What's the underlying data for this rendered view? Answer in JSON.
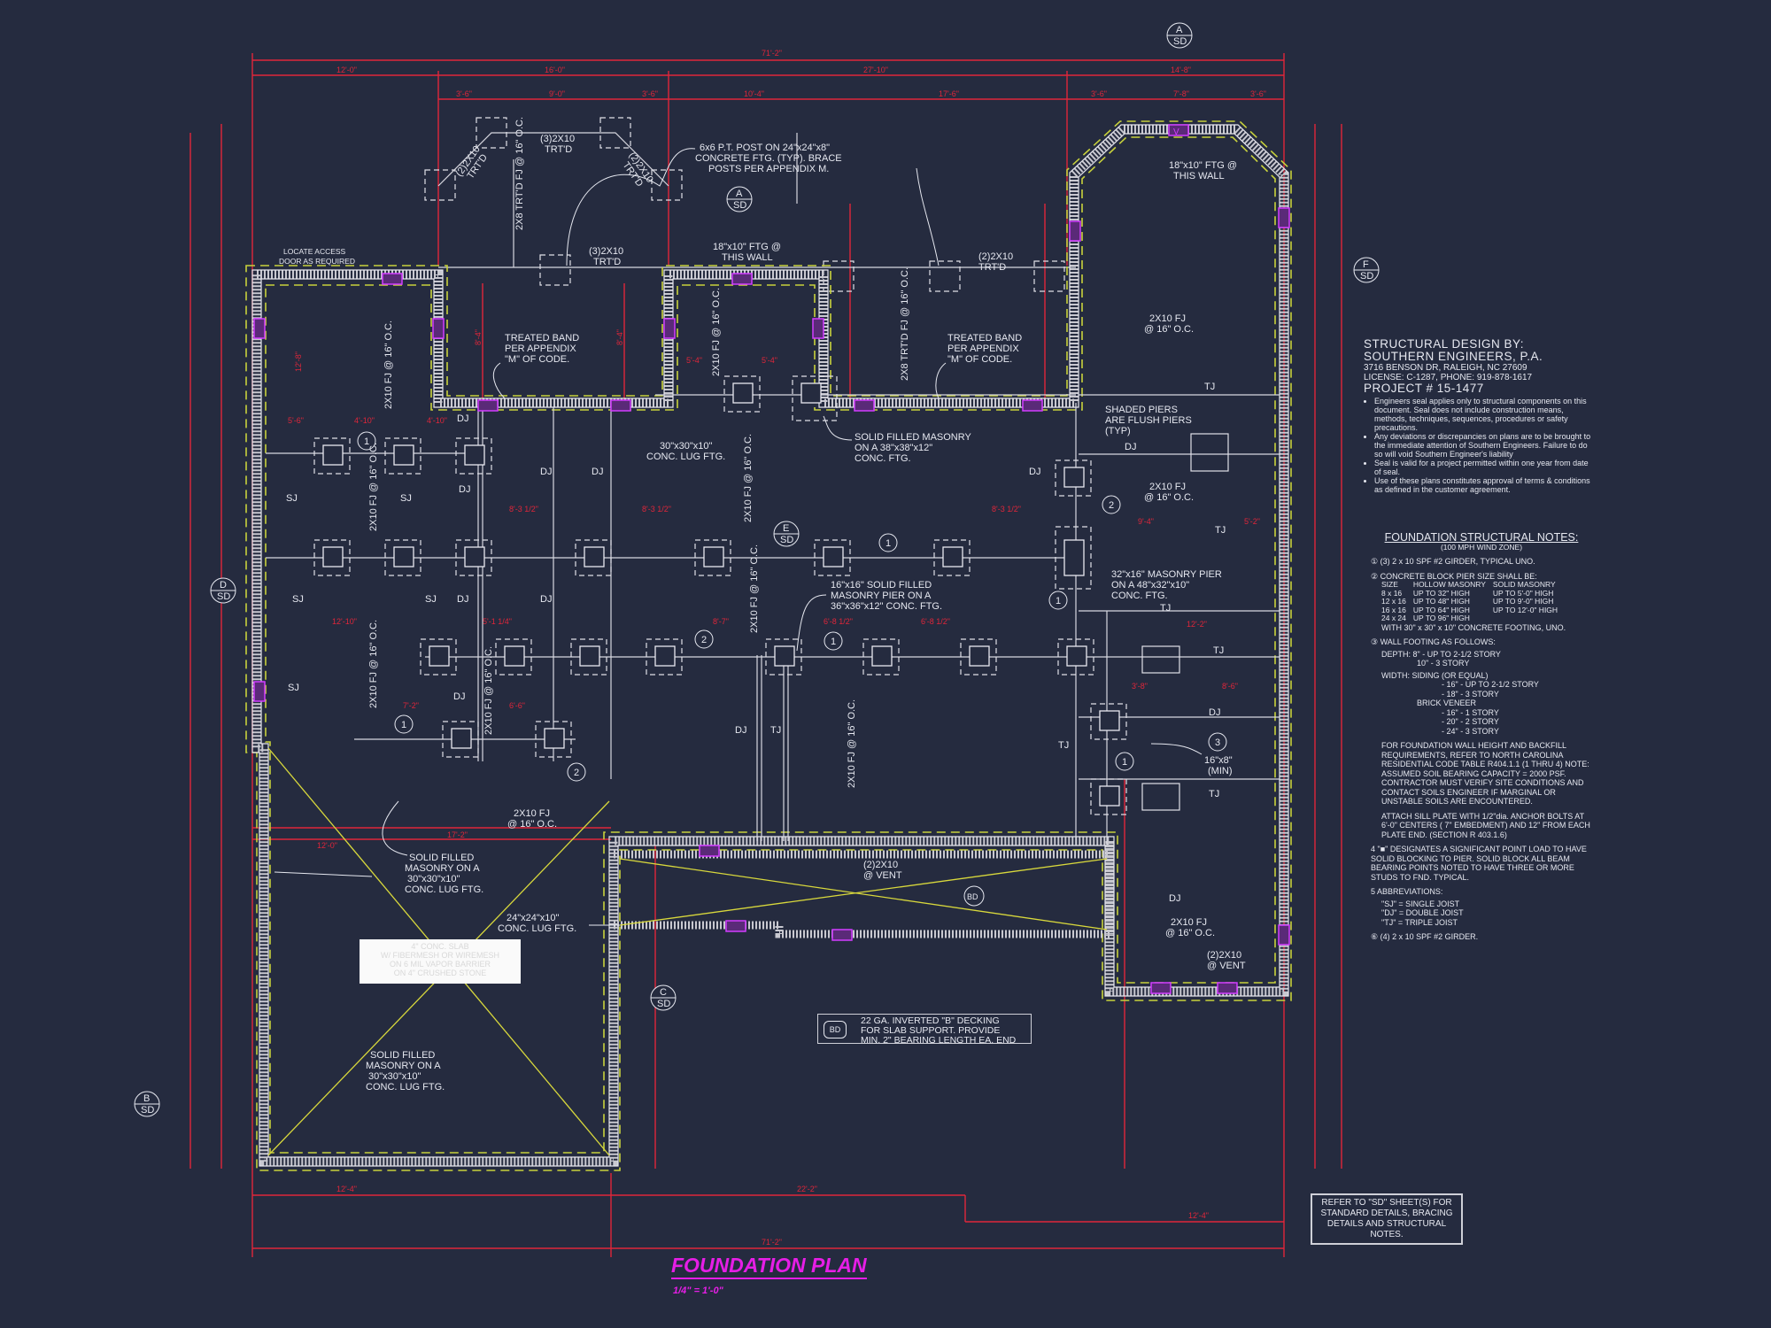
{
  "drawing": {
    "title": "FOUNDATION PLAN",
    "scale": "1/4\" = 1'-0\"",
    "colors": {
      "background": "#252b3f",
      "dimensions": "#e0263a",
      "footing": "#c8d23c",
      "vents": "#d23cff",
      "title": "#e61ee6",
      "linework": "#e6e8f0"
    }
  },
  "dimensions": [
    "71'-2\"",
    "12'-0\"",
    "16'-0\"",
    "27'-10\"",
    "14'-8\"",
    "3'-6\"",
    "9'-0\"",
    "3'-6\"",
    "10'-4\"",
    "17'-6\"",
    "3'-6\"",
    "7'-8\"",
    "3'-6\"",
    "12'-4\"",
    "22'-2\"",
    "12'-4\"",
    "71'-2\"",
    "12'-8\"",
    "8'-4\"",
    "8'-4\"",
    "5'-4\"",
    "5'-4\"",
    "5'-6\"",
    "4'-10\"",
    "4'-10\"",
    "8'-3 1/2\"",
    "8'-3 1/2\"",
    "8'-3 1/2\"",
    "12'-10\"",
    "5'-1 1/4\"",
    "8'-7\"",
    "6'-8 1/2\"",
    "6'-8 1/2\"",
    "7'-2\"",
    "6'-6\"",
    "17'-2\"",
    "12'-0\"",
    "9'-4\"",
    "5'-2\"",
    "12'-2\"",
    "3'-8\"",
    "8'-6\""
  ],
  "plan_labels": {
    "access_door": [
      "LOCATE ACCESS",
      "DOOR AS REQUIRED"
    ],
    "girder_left": [
      "(3)2X10",
      "TRT'D"
    ],
    "girder_diag_l": [
      "(2)2X10",
      "TRT'D"
    ],
    "girder_diag_r": [
      "(2)2X10",
      "TRT'D"
    ],
    "girder_mid": [
      "(3)2X10",
      "TRT'D"
    ],
    "girder_right": [
      "(2)2X10",
      "TRT'D"
    ],
    "post_note": [
      "6x6 P.T. POST ON 24\"x24\"x8\"",
      "CONCRETE FTG. (TYP). BRACE",
      "POSTS PER APPENDIX M."
    ],
    "ftg_mid": [
      "18\"x10\" FTG @",
      "THIS WALL"
    ],
    "ftg_right": [
      "18\"x10\" FTG @",
      "THIS WALL"
    ],
    "band_left": [
      "TREATED BAND",
      "PER APPENDIX",
      "\"M\" OF CODE."
    ],
    "band_right": [
      "TREATED BAND",
      "PER APPENDIX",
      "\"M\" OF CODE."
    ],
    "lug_ftg_top": [
      "30\"x30\"x10\"",
      "CONC. LUG FTG."
    ],
    "masonry_top": [
      "SOLID FILLED MASONRY",
      "ON A 38\"x38\"x12\"",
      "CONC. FTG."
    ],
    "shaded_piers": [
      "SHADED PIERS",
      "ARE FLUSH PIERS",
      "(TYP)"
    ],
    "pier_right": [
      "32\"x16\" MASONRY PIER",
      "ON A 48\"x32\"x10\"",
      "CONC. FTG."
    ],
    "pier_center": [
      "16\"x16\" SOLID FILLED",
      "MASONRY PIER ON A",
      "36\"x36\"x12\" CONC. FTG."
    ],
    "masonry_left": [
      "SOLID FILLED",
      "MASONRY ON A",
      "30\"x30\"x10\"",
      "CONC. LUG FTG."
    ],
    "masonry_bottom": [
      "SOLID FILLED",
      "MASONRY ON A",
      "30\"x30\"x10\"",
      "CONC. LUG FTG."
    ],
    "lug_24": [
      "24\"x24\"x10\"",
      "CONC. LUG FTG."
    ],
    "fj_bottom": [
      "2X10 FJ",
      "@ 16\" O.C."
    ],
    "fj_right_top": [
      "2X10 FJ",
      "@ 16\" O.C."
    ],
    "fj_right_mid": [
      "2X10 FJ",
      "@ 16\" O.C."
    ],
    "fj_right_low": [
      "2X10 FJ",
      "@ 16\" O.C."
    ],
    "vent_mid": [
      "(2)2X10",
      "@ VENT"
    ],
    "vent_right": [
      "(2)2X10",
      "@ VENT"
    ],
    "pier_min": [
      "16\"x8\"",
      "(MIN)"
    ],
    "slab": [
      "4\" CONC. SLAB",
      "W/ FIBERMESH OR WIREMESH",
      "ON 6 MIL VAPOR BARRIER",
      "ON 4\" CRUSHED STONE"
    ],
    "deck_symbol": "BD",
    "deck_note": [
      "22 GA. INVERTED \"B\" DECKING",
      "FOR SLAB SUPPORT. PROVIDE",
      "MIN. 2\" BEARING LENGTH EA. END"
    ],
    "joist_vertical": [
      "2X10 FJ @ 16\" O.C.",
      "2X8 TRT'D FJ @ 16\" O.C.",
      "2X10 FJ @ 16\" O.C.",
      "2X8 TRT'D FJ @ 16\" O.C.",
      "2X10 FJ @ 16\" O.C.",
      "2X10 FJ @ 16\" O.C.",
      "2X10 FJ @ 16\" O.C.",
      "2X10 FJ @ 16\" O.C.",
      "2X10 FJ @ 16\" O.C.",
      "2X10 FJ @ 16\" O.C."
    ],
    "abbr": [
      "DJ",
      "DJ",
      "DJ",
      "DJ",
      "SJ",
      "SJ",
      "SJ",
      "SJ",
      "DJ",
      "DJ",
      "DJ",
      "DJ",
      "DJ",
      "TJ",
      "TJ",
      "DJ",
      "TJ",
      "TJ",
      "DJ",
      "TJ",
      "DJ",
      "TJ",
      "SJ",
      "TJ"
    ],
    "callouts": [
      "1",
      "1",
      "1",
      "1",
      "1",
      "1",
      "2",
      "2",
      "2",
      "3"
    ],
    "vent_mark": "V"
  },
  "section_markers": [
    {
      "letter": "A",
      "sheet": "SD"
    },
    {
      "letter": "A",
      "sheet": "SD"
    },
    {
      "letter": "B",
      "sheet": "SD"
    },
    {
      "letter": "C",
      "sheet": "SD"
    },
    {
      "letter": "D",
      "sheet": "SD"
    },
    {
      "letter": "E",
      "sheet": "SD"
    },
    {
      "letter": "F",
      "sheet": "SD"
    }
  ],
  "engineer": {
    "line1": "STRUCTURAL DESIGN BY:",
    "line2": "SOUTHERN ENGINEERS, P.A.",
    "address": "3716 BENSON DR, RALEIGH, NC 27609",
    "license": "LICENSE: C-1287, PHONE: 919-878-1617",
    "project": "PROJECT #   15-1477",
    "bullets": [
      "Engineers seal applies only to structural components on this document. Seal does not include construction means, methods, techniques, sequences, procedures or safety precautions.",
      "Any deviations or discrepancies on plans are to be brought to the immediate attention of Southern Engineers. Failure to do so will void Southern Engineer's liability",
      "Seal is valid for a project permitted within one year from date of seal.",
      "Use of these plans constitutes approval of terms & conditions as defined in the customer agreement."
    ]
  },
  "notes": {
    "heading": "FOUNDATION STRUCTURAL NOTES:",
    "sub": "(100 MPH WIND ZONE)",
    "n1": "(3) 2 x 10 SPF #2 GIRDER, TYPICAL UNO.",
    "n2": "CONCRETE BLOCK PIER SIZE SHALL BE:",
    "pier_table": {
      "headers": [
        "SIZE",
        "HOLLOW MASONRY",
        "SOLID MASONRY"
      ],
      "rows": [
        [
          "8 x 16",
          "UP TO 32\" HIGH",
          "UP TO 5'-0\" HIGH"
        ],
        [
          "12 x 16",
          "UP TO 48\" HIGH",
          "UP TO 9'-0\" HIGH"
        ],
        [
          "16 x 16",
          "UP TO 64\" HIGH",
          "UP TO 12'-0\" HIGH"
        ],
        [
          "24 x 24",
          "UP TO 96\" HIGH",
          ""
        ]
      ]
    },
    "n2_tail": "WITH 30\" x 30\" x 10\" CONCRETE FOOTING, UNO.",
    "n3": "WALL FOOTING AS FOLLOWS:",
    "depth": [
      "DEPTH:  8\" - UP TO 2-1/2 STORY",
      "10\" - 3 STORY"
    ],
    "width": [
      "WIDTH:  SIDING (OR EQUAL)",
      "- 16\" - UP TO 2-1/2 STORY",
      "- 18\" - 3 STORY",
      "BRICK VENEER",
      "- 16\" - 1 STORY",
      "- 20\" - 2 STORY",
      "- 24\" - 3 STORY"
    ],
    "backfill": "FOR FOUNDATION WALL HEIGHT AND BACKFILL REQUIREMENTS, REFER TO NORTH CAROLINA RESIDENTIAL CODE TABLE R404.1.1 (1 THRU 4) NOTE: ASSUMED SOIL BEARING CAPACITY = 2000 PSF. CONTRACTOR MUST VERIFY SITE CONDITIONS AND CONTACT SOILS ENGINEER IF MARGINAL OR UNSTABLE SOILS ARE ENCOUNTERED.",
    "sill": "ATTACH SILL PLATE WITH 1/2\"dia. ANCHOR BOLTS AT 6'-0\" CENTERS ( 7\" EMBEDMENT) AND 12\" FROM EACH PLATE END. (SECTION R 403.1.6)",
    "n4": "4  \"■\" DESIGNATES A SIGNIFICANT POINT LOAD TO HAVE SOLID BLOCKING TO PIER. SOLID BLOCK ALL BEAM BEARING POINTS NOTED TO HAVE THREE OR MORE STUDS TO FND. TYPICAL.",
    "n5": "5  ABBREVIATIONS:",
    "abbr": [
      "\"SJ\" = SINGLE JOIST",
      "\"DJ\" = DOUBLE JOIST",
      "\"TJ\" = TRIPLE JOIST"
    ],
    "n6": "(4) 2 x 10 SPF #2 GIRDER."
  },
  "refer_box": "REFER TO \"SD\" SHEET(S) FOR STANDARD DETAILS, BRACING DETAILS AND STRUCTURAL NOTES."
}
